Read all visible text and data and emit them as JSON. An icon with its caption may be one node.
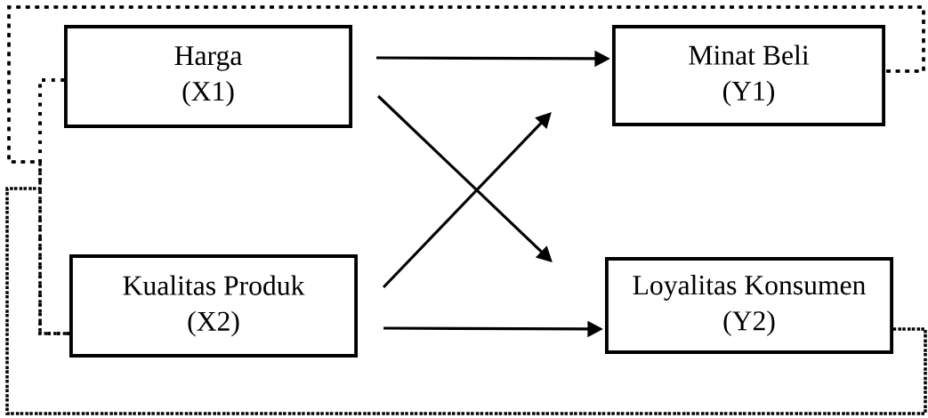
{
  "diagram": {
    "nodes": [
      {
        "text": [
          "Harga",
          "(X1)"
        ]
      },
      {
        "text": [
          "Kualitas Produk",
          "(X2)"
        ]
      },
      {
        "text": [
          "Minat Beli",
          "(Y1)"
        ]
      },
      {
        "text": [
          "Loyalitas Konsumen",
          "(Y2)"
        ]
      }
    ],
    "edges": [
      {
        "from": 0,
        "to": 2,
        "arrow": "to"
      },
      {
        "from": 0,
        "to": 3,
        "arrow": "to"
      },
      {
        "from": 1,
        "to": 2,
        "arrow": "to"
      },
      {
        "from": 1,
        "to": 3,
        "arrow": "to"
      },
      {
        "from": 0,
        "to": 1,
        "arrow": "none",
        "style": "dashed"
      },
      {
        "from": 0,
        "to": 2,
        "arrow": "none",
        "style": "dashed"
      },
      {
        "from": 1,
        "to": 2,
        "arrow": "none",
        "style": "dashed"
      },
      {
        "from": 0,
        "to": 3,
        "arrow": "none",
        "style": "dashed"
      },
      {
        "from": 1,
        "to": 3,
        "arrow": "none",
        "style": "dashed"
      }
    ]
  }
}
